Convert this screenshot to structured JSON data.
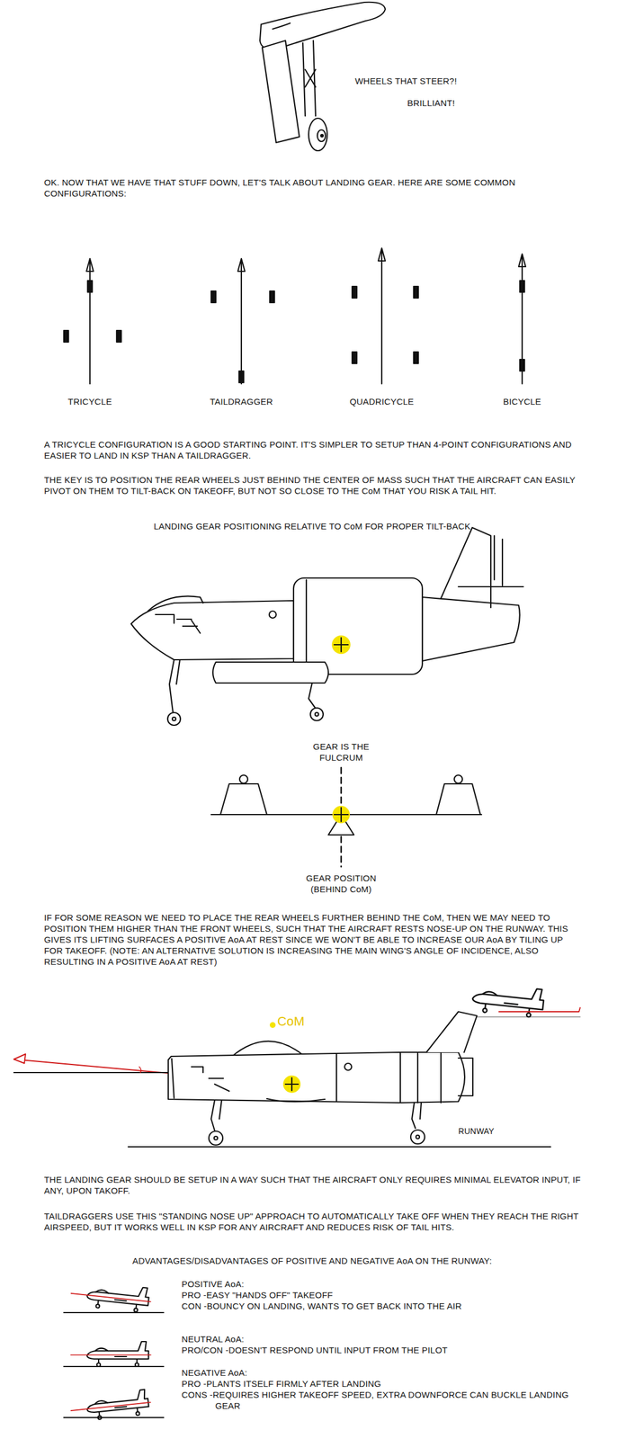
{
  "diagram": {
    "labels": [
      "WHEELS THAT STEER?!",
      "BRILLIANT!",
      "OK. NOW THAT WE HAVE THAT STUFF DOWN, LET'S TALK ABOUT LANDING GEAR.  HERE ARE SOME COMMON CONFIGURATIONS:",
      "TRICYCLE",
      "TAILDRAGGER",
      "QUADRICYCLE",
      "BICYCLE",
      "A TRICYCLE CONFIGURATION IS A GOOD STARTING POINT.  IT'S SIMPLER TO SETUP THAN 4-POINT CONFIGURATIONS AND EASIER TO LAND IN KSP THAN A TAILDRAGGER.",
      "THE KEY IS TO POSITION THE REAR WHEELS JUST BEHIND THE CENTER OF MASS SUCH THAT THE AIRCRAFT CAN EASILY PIVOT ON THEM TO TILT-BACK ON TAKEOFF, BUT NOT SO CLOSE TO THE CoM THAT YOU RISK A TAIL HIT.",
      "LANDING GEAR POSITIONING RELATIVE TO CoM FOR PROPER TILT-BACK",
      "GEAR IS THE FULCRUM",
      "GEAR POSITION (BEHIND CoM)",
      "IF FOR SOME REASON WE NEED TO PLACE THE REAR WHEELS FURTHER BEHIND THE CoM, THEN WE MAY NEED TO POSITION THEM HIGHER THAN THE FRONT WHEELS, SUCH THAT THE AIRCRAFT RESTS NOSE-UP ON THE RUNWAY.  THIS GIVES ITS LIFTING SURFACES A POSITIVE AoA AT REST SINCE WE WON'T BE ABLE TO INCREASE OUR AoA BY TILING UP FOR TAKEOFF. (NOTE: AN ALTERNATIVE SOLUTION IS INCREASING THE MAIN WING'S ANGLE OF INCIDENCE, ALSO RESULTING IN A POSITIVE AoA AT REST)",
      "CoM",
      "RUNWAY",
      "THE LANDING GEAR SHOULD BE SETUP IN A WAY SUCH THAT THE AIRCRAFT ONLY REQUIRES MINIMAL ELEVATOR INPUT, IF ANY, UPON TAKOFF.",
      "TAILDRAGGERS USE THIS \"STANDING NOSE UP\" APPROACH TO AUTOMATICALLY TAKE OFF WHEN THEY REACH THE RIGHT AIRSPEED, BUT IT WORKS WELL IN KSP FOR ANY AIRCRAFT AND REDUCES RISK OF TAIL HITS.",
      "ADVANTAGES/DISADVANTAGES OF POSITIVE AND NEGATIVE AoA ON THE RUNWAY:",
      "POSITIVE AoA:",
      "PRO -EASY \"HANDS OFF\" TAKEOFF",
      "CON -BOUNCY ON LANDING, WANTS TO GET BACK INTO THE AIR",
      "NEUTRAL AoA:",
      "PRO/CON -DOESN'T RESPOND UNTIL INPUT FROM THE PILOT",
      "NEGATIVE AoA:",
      "PRO -PLANTS ITSELF FIRMLY AFTER LANDING",
      "CONS -REQUIRES HIGHER TAKEOFF SPEED, EXTRA DOWNFORCE CAN BUCKLE LANDING GEAR"
    ]
  }
}
